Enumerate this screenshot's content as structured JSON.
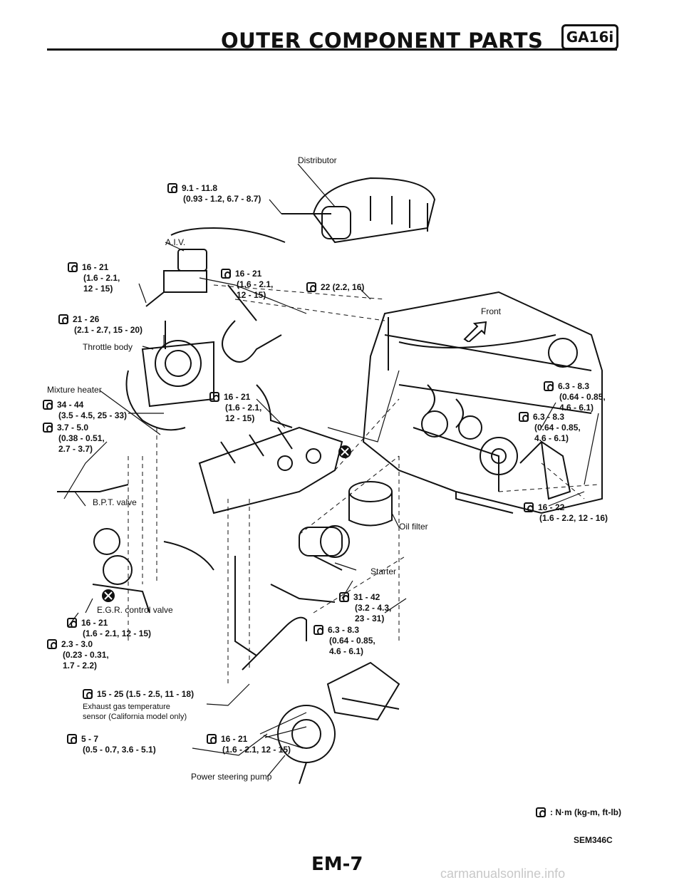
{
  "header": {
    "title": "OUTER COMPONENT PARTS",
    "model": "GA16i"
  },
  "components": {
    "distributor": "Distributor",
    "aiv": "A.I.V.",
    "throttle_body": "Throttle body",
    "mixture_heater": "Mixture heater",
    "front": "Front",
    "bpt_valve": "B.P.T. valve",
    "oil_filter": "Oil filter",
    "starter": "Starter",
    "egr_valve": "E.G.R. control valve",
    "egt_sensor": [
      "Exhaust gas temperature",
      "sensor (California model only)"
    ],
    "ps_pump": "Power steering pump"
  },
  "torques": {
    "t_dist": [
      "9.1 - 11.8",
      "(0.93 - 1.2, 6.7 - 8.7)"
    ],
    "t_aiv": [
      "16 - 21",
      "(1.6 - 2.1,",
      "12 - 15)"
    ],
    "t_mid": [
      "16 - 21",
      "(1.6 - 2.1,",
      "12 - 15)"
    ],
    "t_22": [
      "22 (2.2, 16)"
    ],
    "t_21": [
      "21 - 26",
      "(2.1 - 2.7, 15 - 20)"
    ],
    "t_manifold": [
      "16 - 21",
      "(1.6 - 2.1,",
      "12 - 15)"
    ],
    "t_34": [
      "34 - 44",
      "(3.5 - 4.5, 25 - 33)"
    ],
    "t_37": [
      "3.7 - 5.0",
      "(0.38 - 0.51,",
      "2.7 - 3.7)"
    ],
    "t_63a": [
      "6.3 - 8.3",
      "(0.64 - 0.85,",
      "4.6 - 6.1)"
    ],
    "t_63b": [
      "6.3 - 8.3",
      "(0.64 - 0.85,",
      "4.6 - 6.1)"
    ],
    "t_1622": [
      "16 - 22",
      "(1.6 - 2.2, 12 - 16)"
    ],
    "t_3142": [
      "31 - 42",
      "(3.2 - 4.3,",
      "23 - 31)"
    ],
    "t_63c": [
      "6.3 - 8.3",
      "(0.64 - 0.85,",
      "4.6 - 6.1)"
    ],
    "t_egr": [
      "16 - 21",
      "(1.6 - 2.1, 12 - 15)"
    ],
    "t_23": [
      "2.3 - 3.0",
      "(0.23 - 0.31,",
      "1.7 - 2.2)"
    ],
    "t_1525": [
      "15 - 25 (1.5 - 2.5, 11 - 18)"
    ],
    "t_57": [
      "5 - 7",
      "(0.5 - 0.7, 3.6 - 5.1)"
    ],
    "t_ps": [
      "16 - 21",
      "(1.6 - 2.1, 12 - 15)"
    ]
  },
  "legend": {
    "unit": ": N·m (kg-m, ft-lb)"
  },
  "footer": {
    "code": "SEM346C",
    "page": "EM-7",
    "watermark": "carmanualsonline.info"
  }
}
